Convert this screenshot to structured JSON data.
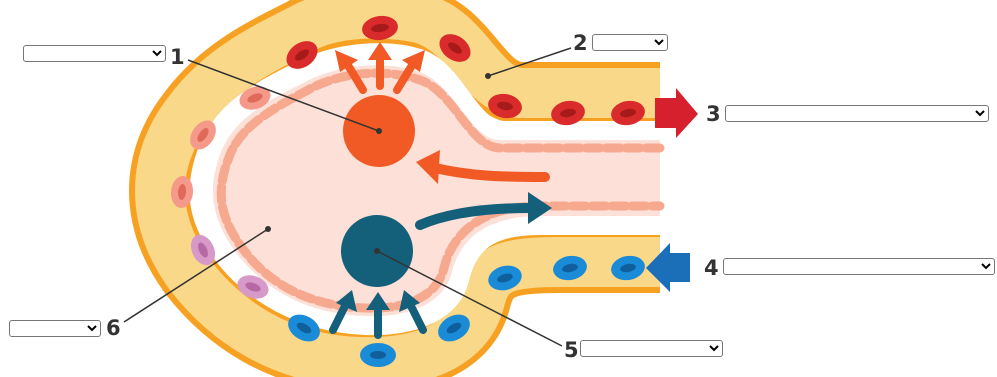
{
  "labels": [
    {
      "number": "1",
      "selected": ""
    },
    {
      "number": "2",
      "selected": ""
    },
    {
      "number": "3",
      "selected": ""
    },
    {
      "number": "4",
      "selected": ""
    },
    {
      "number": "5",
      "selected": ""
    },
    {
      "number": "6",
      "selected": ""
    }
  ],
  "colors": {
    "vessel_wall": "#f7a123",
    "vessel_fill": "#fad88a",
    "alveolus_fill": "#fde0d8",
    "alveolus_wall": "#f6a98e",
    "oxygen": "#f15a24",
    "carbon_dioxide": "#14607a",
    "oxygenated_blood_arrow": "#d7202e",
    "deoxygenated_blood_arrow": "#1b6fb8",
    "red_cell": "#d92b2b",
    "blue_cell": "#1a8bd6",
    "pink_cell": "#f59a8a",
    "purple_cell": "#d79ac8"
  }
}
